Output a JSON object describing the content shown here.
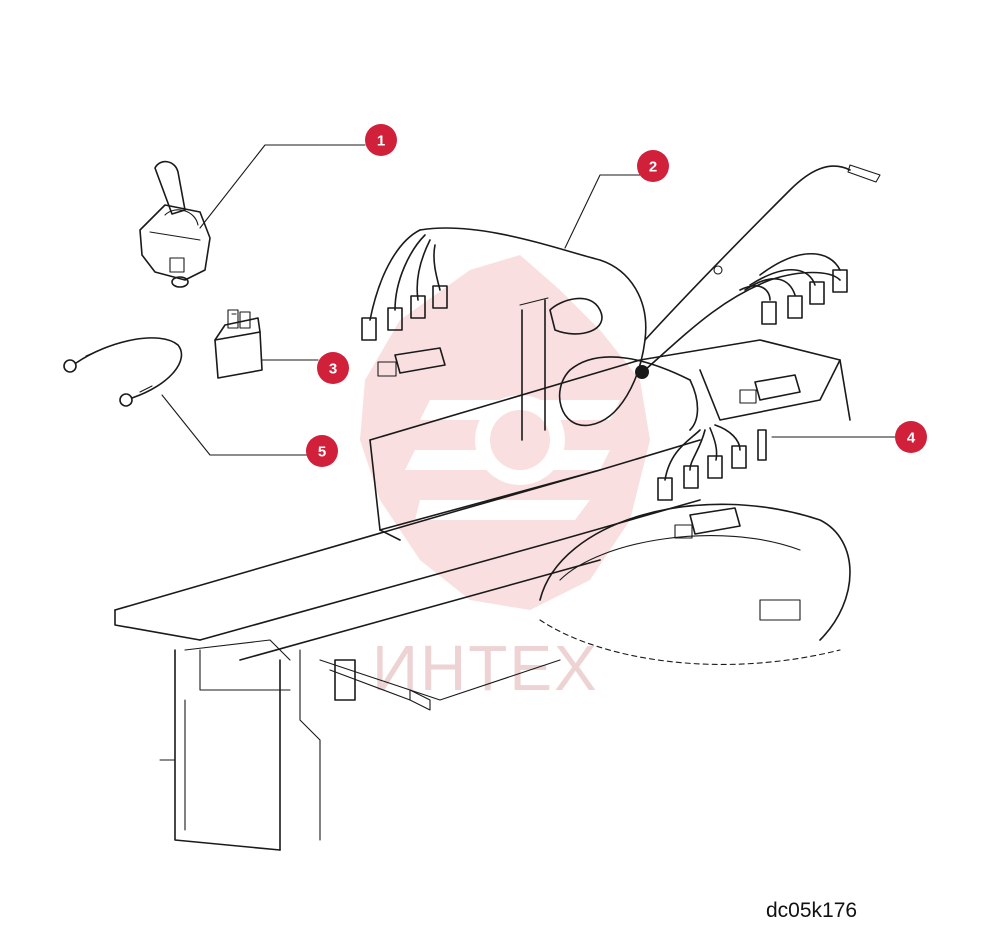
{
  "drawing_code": "dc05k176",
  "watermark": {
    "text": "ИНТЕХ",
    "color": "#e8a8a8"
  },
  "callouts": [
    {
      "label": "1",
      "part": "joystick-switch"
    },
    {
      "label": "2",
      "part": "wiring-harness"
    },
    {
      "label": "3",
      "part": "relay"
    },
    {
      "label": "4",
      "part": "pin"
    },
    {
      "label": "5",
      "part": "ground-cable"
    }
  ],
  "colors": {
    "callout_fill": "#d0203a",
    "line": "#1a1a1a",
    "background": "#ffffff"
  }
}
